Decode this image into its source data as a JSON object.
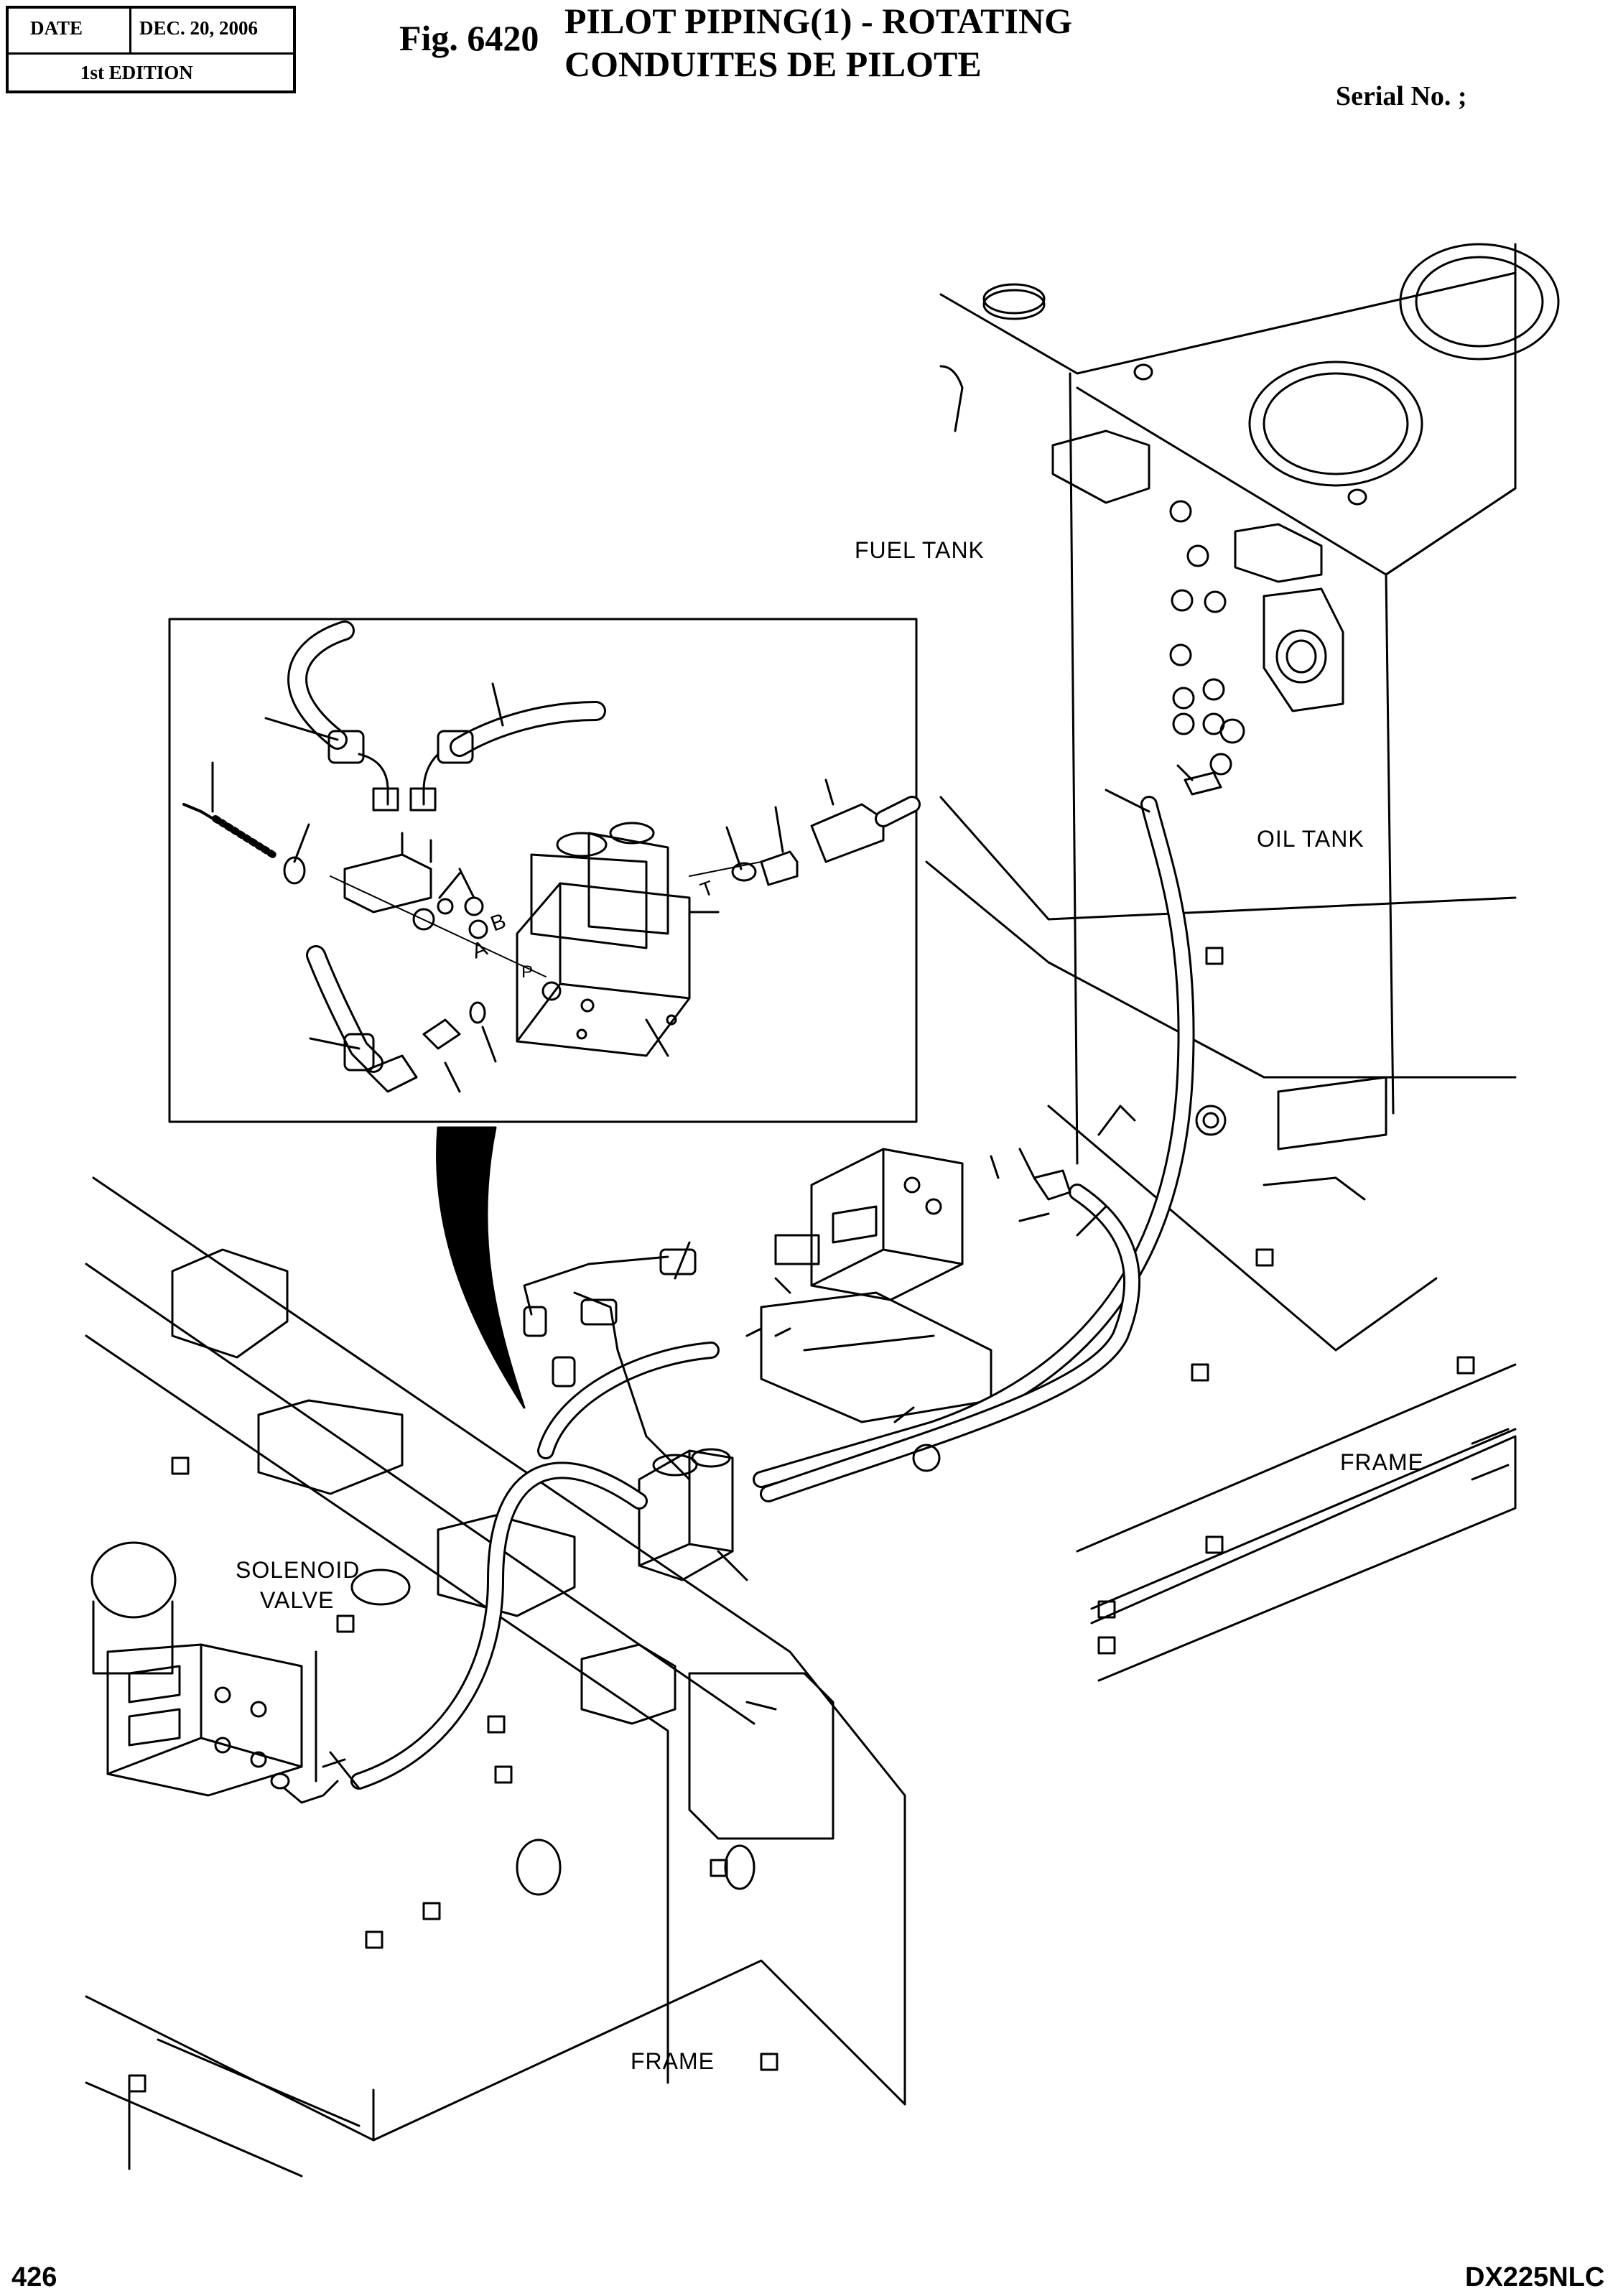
{
  "header": {
    "date_label": "DATE",
    "date_value": "DEC. 20, 2006",
    "edition": "1st EDITION",
    "fig_number": "Fig. 6420",
    "title_line1": "PILOT  PIPING(1)  -  ROTATING",
    "title_line2": "CONDUITES  DE  PILOTE",
    "serial": "Serial No. ;"
  },
  "callouts": {
    "fuel_tank": "FUEL TANK",
    "oil_tank": "OIL TANK",
    "frame_right": "FRAME",
    "solenoid_valve_line1": "SOLENOID",
    "solenoid_valve_line2": "VALVE",
    "frame_bottom": "FRAME"
  },
  "inset_port_letters": {
    "a": "A",
    "b": "B",
    "t": "T",
    "p": "P"
  },
  "footer": {
    "page_number": "426",
    "model": "DX225NLC"
  }
}
